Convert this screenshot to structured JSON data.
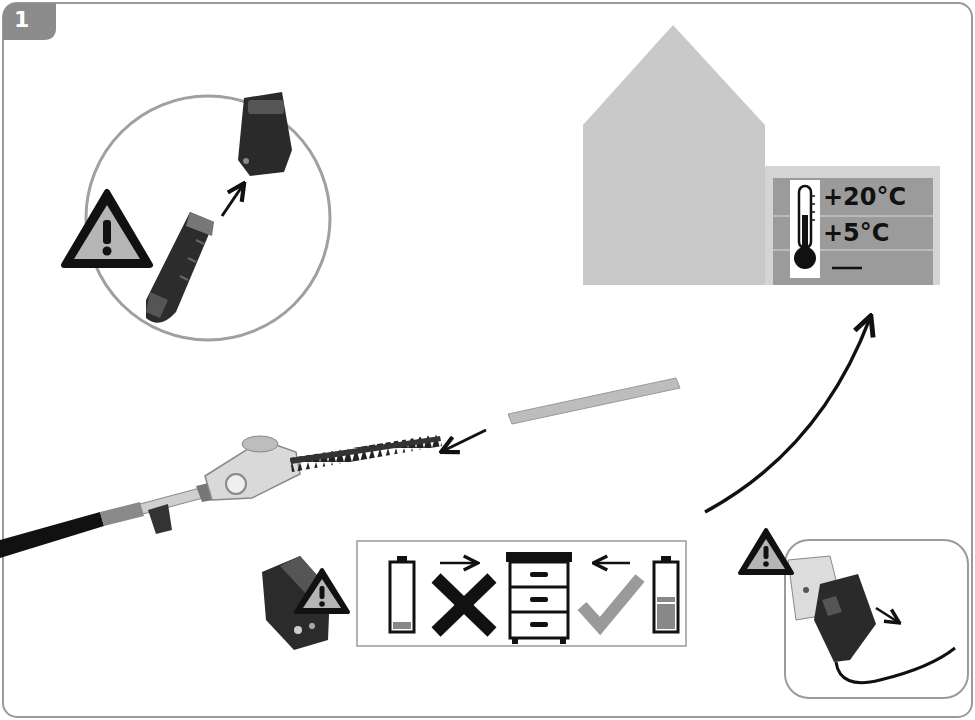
{
  "diagram": {
    "nodes": [
      {
        "text": [
          "+20°C",
          "+5°C"
        ]
      }
    ],
    "labels": [
      "1"
    ]
  }
}
